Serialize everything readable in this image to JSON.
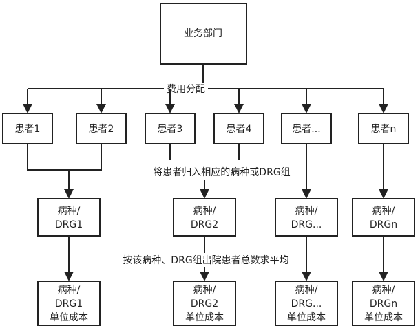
{
  "nodes": {
    "dept": "业务部门",
    "patients": [
      "患者1",
      "患者2",
      "患者3",
      "患者4",
      "患者...",
      "患者n"
    ],
    "groups": [
      [
        "病种/",
        "DRG1"
      ],
      [
        "病种/",
        "DRG2"
      ],
      [
        "病种/",
        "DRG..."
      ],
      [
        "病种/",
        "DRGn"
      ]
    ],
    "costs": [
      [
        "病种/",
        "DRG1",
        "单位成本"
      ],
      [
        "病种/",
        "DRG2",
        "单位成本"
      ],
      [
        "病种/",
        "DRG...",
        "单位成本"
      ],
      [
        "病种/",
        "DRGn",
        "单位成本"
      ]
    ]
  },
  "labels": {
    "allocation": "费用分配",
    "grouping": "将患者归入相应的病种或DRG组",
    "averaging": "按该病种、DRG组出院患者总数求平均"
  }
}
